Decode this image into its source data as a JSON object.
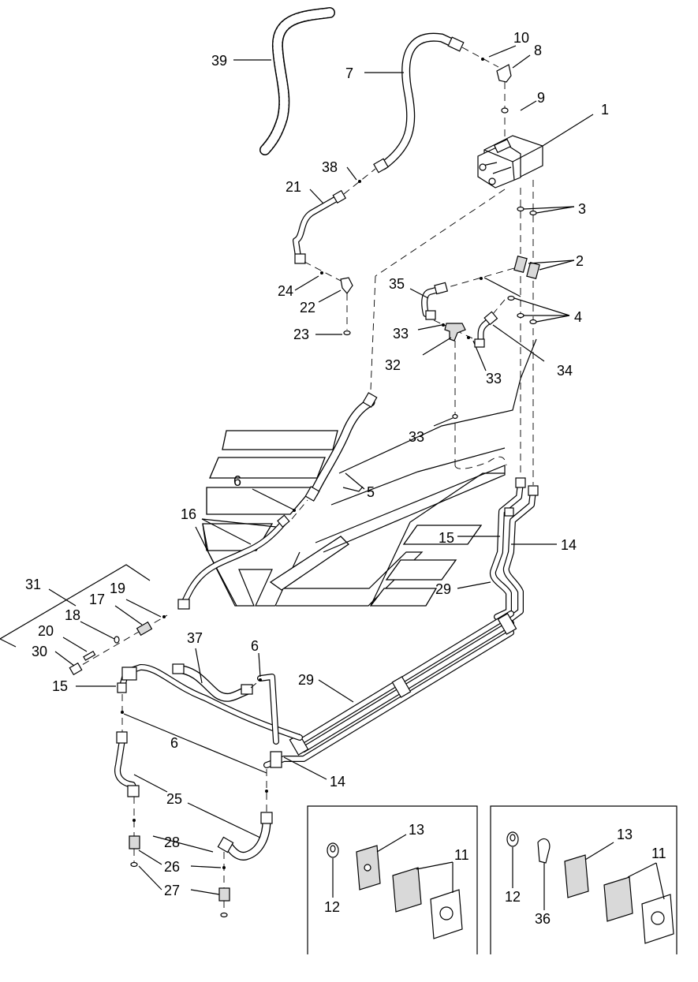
{
  "diagram": {
    "callouts": [
      {
        "id": "c1",
        "text": "1"
      },
      {
        "id": "c2",
        "text": "2"
      },
      {
        "id": "c3",
        "text": "3"
      },
      {
        "id": "c4",
        "text": "4"
      },
      {
        "id": "c5",
        "text": "5"
      },
      {
        "id": "c6a",
        "text": "6"
      },
      {
        "id": "c6b",
        "text": "6"
      },
      {
        "id": "c6c",
        "text": "6"
      },
      {
        "id": "c7",
        "text": "7"
      },
      {
        "id": "c8",
        "text": "8"
      },
      {
        "id": "c9",
        "text": "9"
      },
      {
        "id": "c10",
        "text": "10"
      },
      {
        "id": "c11a",
        "text": "11"
      },
      {
        "id": "c11b",
        "text": "11"
      },
      {
        "id": "c12a",
        "text": "12"
      },
      {
        "id": "c12b",
        "text": "12"
      },
      {
        "id": "c13a",
        "text": "13"
      },
      {
        "id": "c13b",
        "text": "13"
      },
      {
        "id": "c14a",
        "text": "14"
      },
      {
        "id": "c14b",
        "text": "14"
      },
      {
        "id": "c15a",
        "text": "15"
      },
      {
        "id": "c15b",
        "text": "15"
      },
      {
        "id": "c16",
        "text": "16"
      },
      {
        "id": "c17",
        "text": "17"
      },
      {
        "id": "c18",
        "text": "18"
      },
      {
        "id": "c19",
        "text": "19"
      },
      {
        "id": "c20",
        "text": "20"
      },
      {
        "id": "c21",
        "text": "21"
      },
      {
        "id": "c22",
        "text": "22"
      },
      {
        "id": "c23",
        "text": "23"
      },
      {
        "id": "c24",
        "text": "24"
      },
      {
        "id": "c25",
        "text": "25"
      },
      {
        "id": "c26",
        "text": "26"
      },
      {
        "id": "c27",
        "text": "27"
      },
      {
        "id": "c28",
        "text": "28"
      },
      {
        "id": "c29a",
        "text": "29"
      },
      {
        "id": "c29b",
        "text": "29"
      },
      {
        "id": "c30",
        "text": "30"
      },
      {
        "id": "c31",
        "text": "31"
      },
      {
        "id": "c32",
        "text": "32"
      },
      {
        "id": "c33a",
        "text": "33"
      },
      {
        "id": "c33b",
        "text": "33"
      },
      {
        "id": "c33c",
        "text": "33"
      },
      {
        "id": "c34",
        "text": "34"
      },
      {
        "id": "c35",
        "text": "35"
      },
      {
        "id": "c36",
        "text": "36"
      },
      {
        "id": "c37",
        "text": "37"
      },
      {
        "id": "c38",
        "text": "38"
      },
      {
        "id": "c39",
        "text": "39"
      }
    ]
  }
}
